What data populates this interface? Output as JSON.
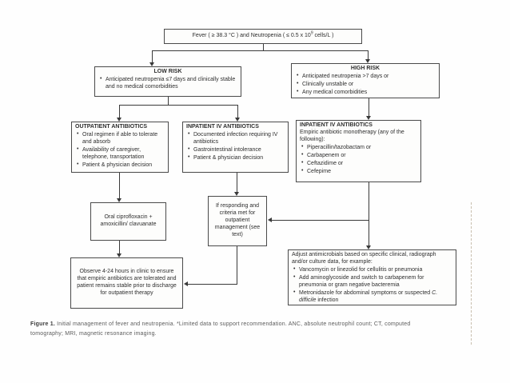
{
  "flowchart": {
    "fever": {
      "pre": "Fever ( ≥ 38.3 °C ) and Neutropenia ( ≤ 0.5 x 10",
      "sup": "9",
      "post": " cells/L )"
    },
    "low_risk": {
      "title": "LOW RISK",
      "bullets": [
        "Anticipated neutropenia ≤7 days and clinically stable and no medical comorbidities"
      ]
    },
    "high_risk": {
      "title": "HIGH RISK",
      "bullets": [
        "Anticipated neutropenia >7 days or",
        "Clinically unstable or",
        "Any medical comorbidities"
      ]
    },
    "outpatient": {
      "title": "OUTPATIENT ANTIBIOTICS",
      "bullets": [
        "Oral regimen if able to tolerate and absorb",
        "Availability of caregiver, telephone, transportation",
        "Patient & physician decision"
      ]
    },
    "inpatient_low_risk": {
      "title": "INPATIENT IV ANTIBIOTICS",
      "bullets": [
        "Documented infection requiring IV antibiotics",
        "Gastrointestinal intolerance",
        "Patient & physician decision"
      ]
    },
    "inpatient_high_risk": {
      "title": "INPATIENT IV ANTIBIOTICS",
      "subtitle": "Empiric antibiotic monotherapy (any of the following):",
      "bullets": [
        "Piperacillin/tazobactam or",
        "Carbapenem or",
        "Ceftazidime or",
        "Cefepime"
      ]
    },
    "oral_regimen": {
      "text": "Oral ciprofloxacin + amoxicillin/ clavuanate"
    },
    "responding": {
      "text": "If responding and criteria met for outpatient management (see text)"
    },
    "observe": {
      "text": "Observe 4-24 hours in clinic to ensure that empiric antibiotics are tolerated and patient remains stable prior to discharge for outpatient therapy"
    },
    "adjust": {
      "intro": "Adjust antimicrobials based on specific clinical, radiograph and/or culture data, for example:",
      "bullets": [
        "Vancomycin or linezolid for cellulitis or pneumonia",
        "Add aminoglycoside and switch to carbapenem for pneumonia or gram negative bacteremia",
        {
          "pre": "Metronidazole for abdominal symptoms or suspected ",
          "italic": "C. difficile",
          "post": " infection"
        }
      ]
    }
  },
  "caption": {
    "label": "Figure 1.",
    "text": " Initial management of fever and neutropenia. *Limited data to support recommendation. ANC, absolute neutrophil count; CT, computed tomography; MRI, magnetic resonance imaging."
  },
  "colors": {
    "line": "#3a3a3a",
    "box_border": "#4a4a4a",
    "text": "#2e2e2e",
    "caption_text": "#5c5c5c",
    "background": "#fefefe"
  }
}
